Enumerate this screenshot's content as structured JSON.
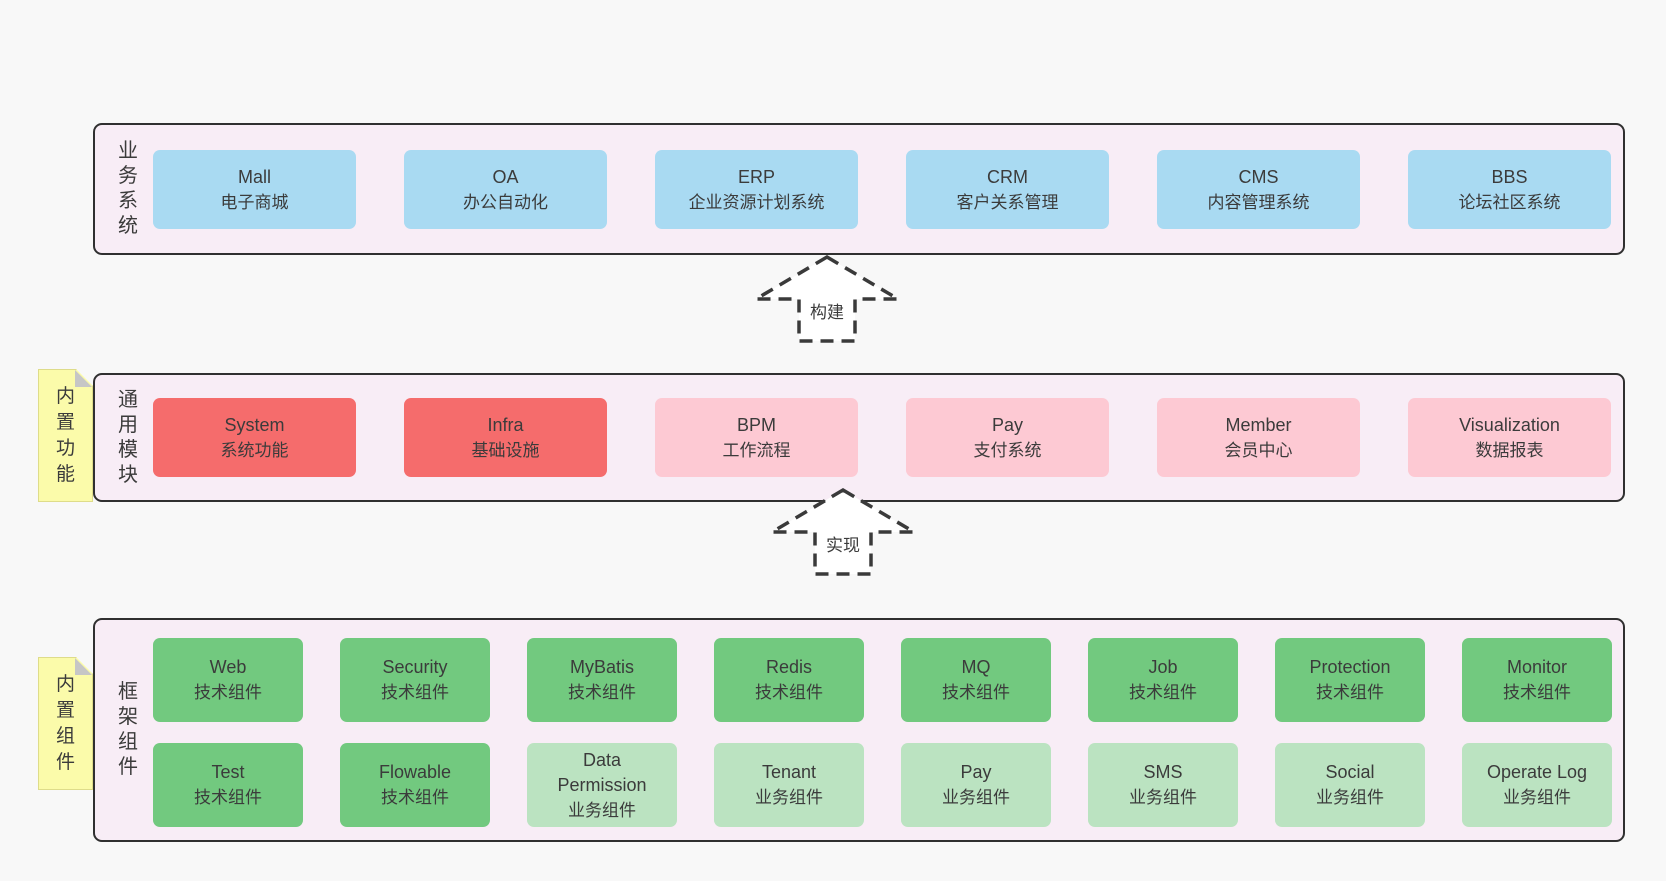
{
  "colors": {
    "pageBg": "#f8f8f8",
    "panelBg": "#f8edf6",
    "panelBorder": "#303030",
    "text": "#3b3b3b",
    "blue": "#a9daf2",
    "red": "#f56c6c",
    "pink": "#fdc9d3",
    "green": "#72c97f",
    "lightgreen": "#bbe3c1",
    "note": "#fbfbaa",
    "noteFold": "#c6c6c6",
    "arrowStroke": "#3a3a3a"
  },
  "arrows": [
    {
      "label": "构建"
    },
    {
      "label": "实现"
    }
  ],
  "sections": [
    {
      "id": "business-systems",
      "label": "业务系统",
      "boxes": [
        {
          "title": "Mall",
          "subtitle": "电子商城",
          "color": "blue"
        },
        {
          "title": "OA",
          "subtitle": "办公自动化",
          "color": "blue"
        },
        {
          "title": "ERP",
          "subtitle": "企业资源计划系统",
          "color": "blue"
        },
        {
          "title": "CRM",
          "subtitle": "客户关系管理",
          "color": "blue"
        },
        {
          "title": "CMS",
          "subtitle": "内容管理系统",
          "color": "blue"
        },
        {
          "title": "BBS",
          "subtitle": "论坛社区系统",
          "color": "blue"
        }
      ]
    },
    {
      "id": "common-modules",
      "label": "通用模块",
      "note": "内置功能",
      "boxes": [
        {
          "title": "System",
          "subtitle": "系统功能",
          "color": "red"
        },
        {
          "title": "Infra",
          "subtitle": "基础设施",
          "color": "red"
        },
        {
          "title": "BPM",
          "subtitle": "工作流程",
          "color": "pink"
        },
        {
          "title": "Pay",
          "subtitle": "支付系统",
          "color": "pink"
        },
        {
          "title": "Member",
          "subtitle": "会员中心",
          "color": "pink"
        },
        {
          "title": "Visualization",
          "subtitle": "数据报表",
          "color": "pink"
        }
      ]
    },
    {
      "id": "framework-components",
      "label": "框架组件",
      "note": "内置组件",
      "rows": [
        [
          {
            "title": "Web",
            "subtitle": "技术组件",
            "color": "green"
          },
          {
            "title": "Security",
            "subtitle": "技术组件",
            "color": "green"
          },
          {
            "title": "MyBatis",
            "subtitle": "技术组件",
            "color": "green"
          },
          {
            "title": "Redis",
            "subtitle": "技术组件",
            "color": "green"
          },
          {
            "title": "MQ",
            "subtitle": "技术组件",
            "color": "green"
          },
          {
            "title": "Job",
            "subtitle": "技术组件",
            "color": "green"
          },
          {
            "title": "Protection",
            "subtitle": "技术组件",
            "color": "green"
          },
          {
            "title": "Monitor",
            "subtitle": "技术组件",
            "color": "green"
          }
        ],
        [
          {
            "title": "Test",
            "subtitle": "技术组件",
            "color": "green"
          },
          {
            "title": "Flowable",
            "subtitle": "技术组件",
            "color": "green"
          },
          {
            "title": "Data Permission",
            "subtitle": "业务组件",
            "color": "lightgreen"
          },
          {
            "title": "Tenant",
            "subtitle": "业务组件",
            "color": "lightgreen"
          },
          {
            "title": "Pay",
            "subtitle": "业务组件",
            "color": "lightgreen"
          },
          {
            "title": "SMS",
            "subtitle": "业务组件",
            "color": "lightgreen"
          },
          {
            "title": "Social",
            "subtitle": "业务组件",
            "color": "lightgreen"
          },
          {
            "title": "Operate Log",
            "subtitle": "业务组件",
            "color": "lightgreen"
          }
        ]
      ]
    }
  ]
}
